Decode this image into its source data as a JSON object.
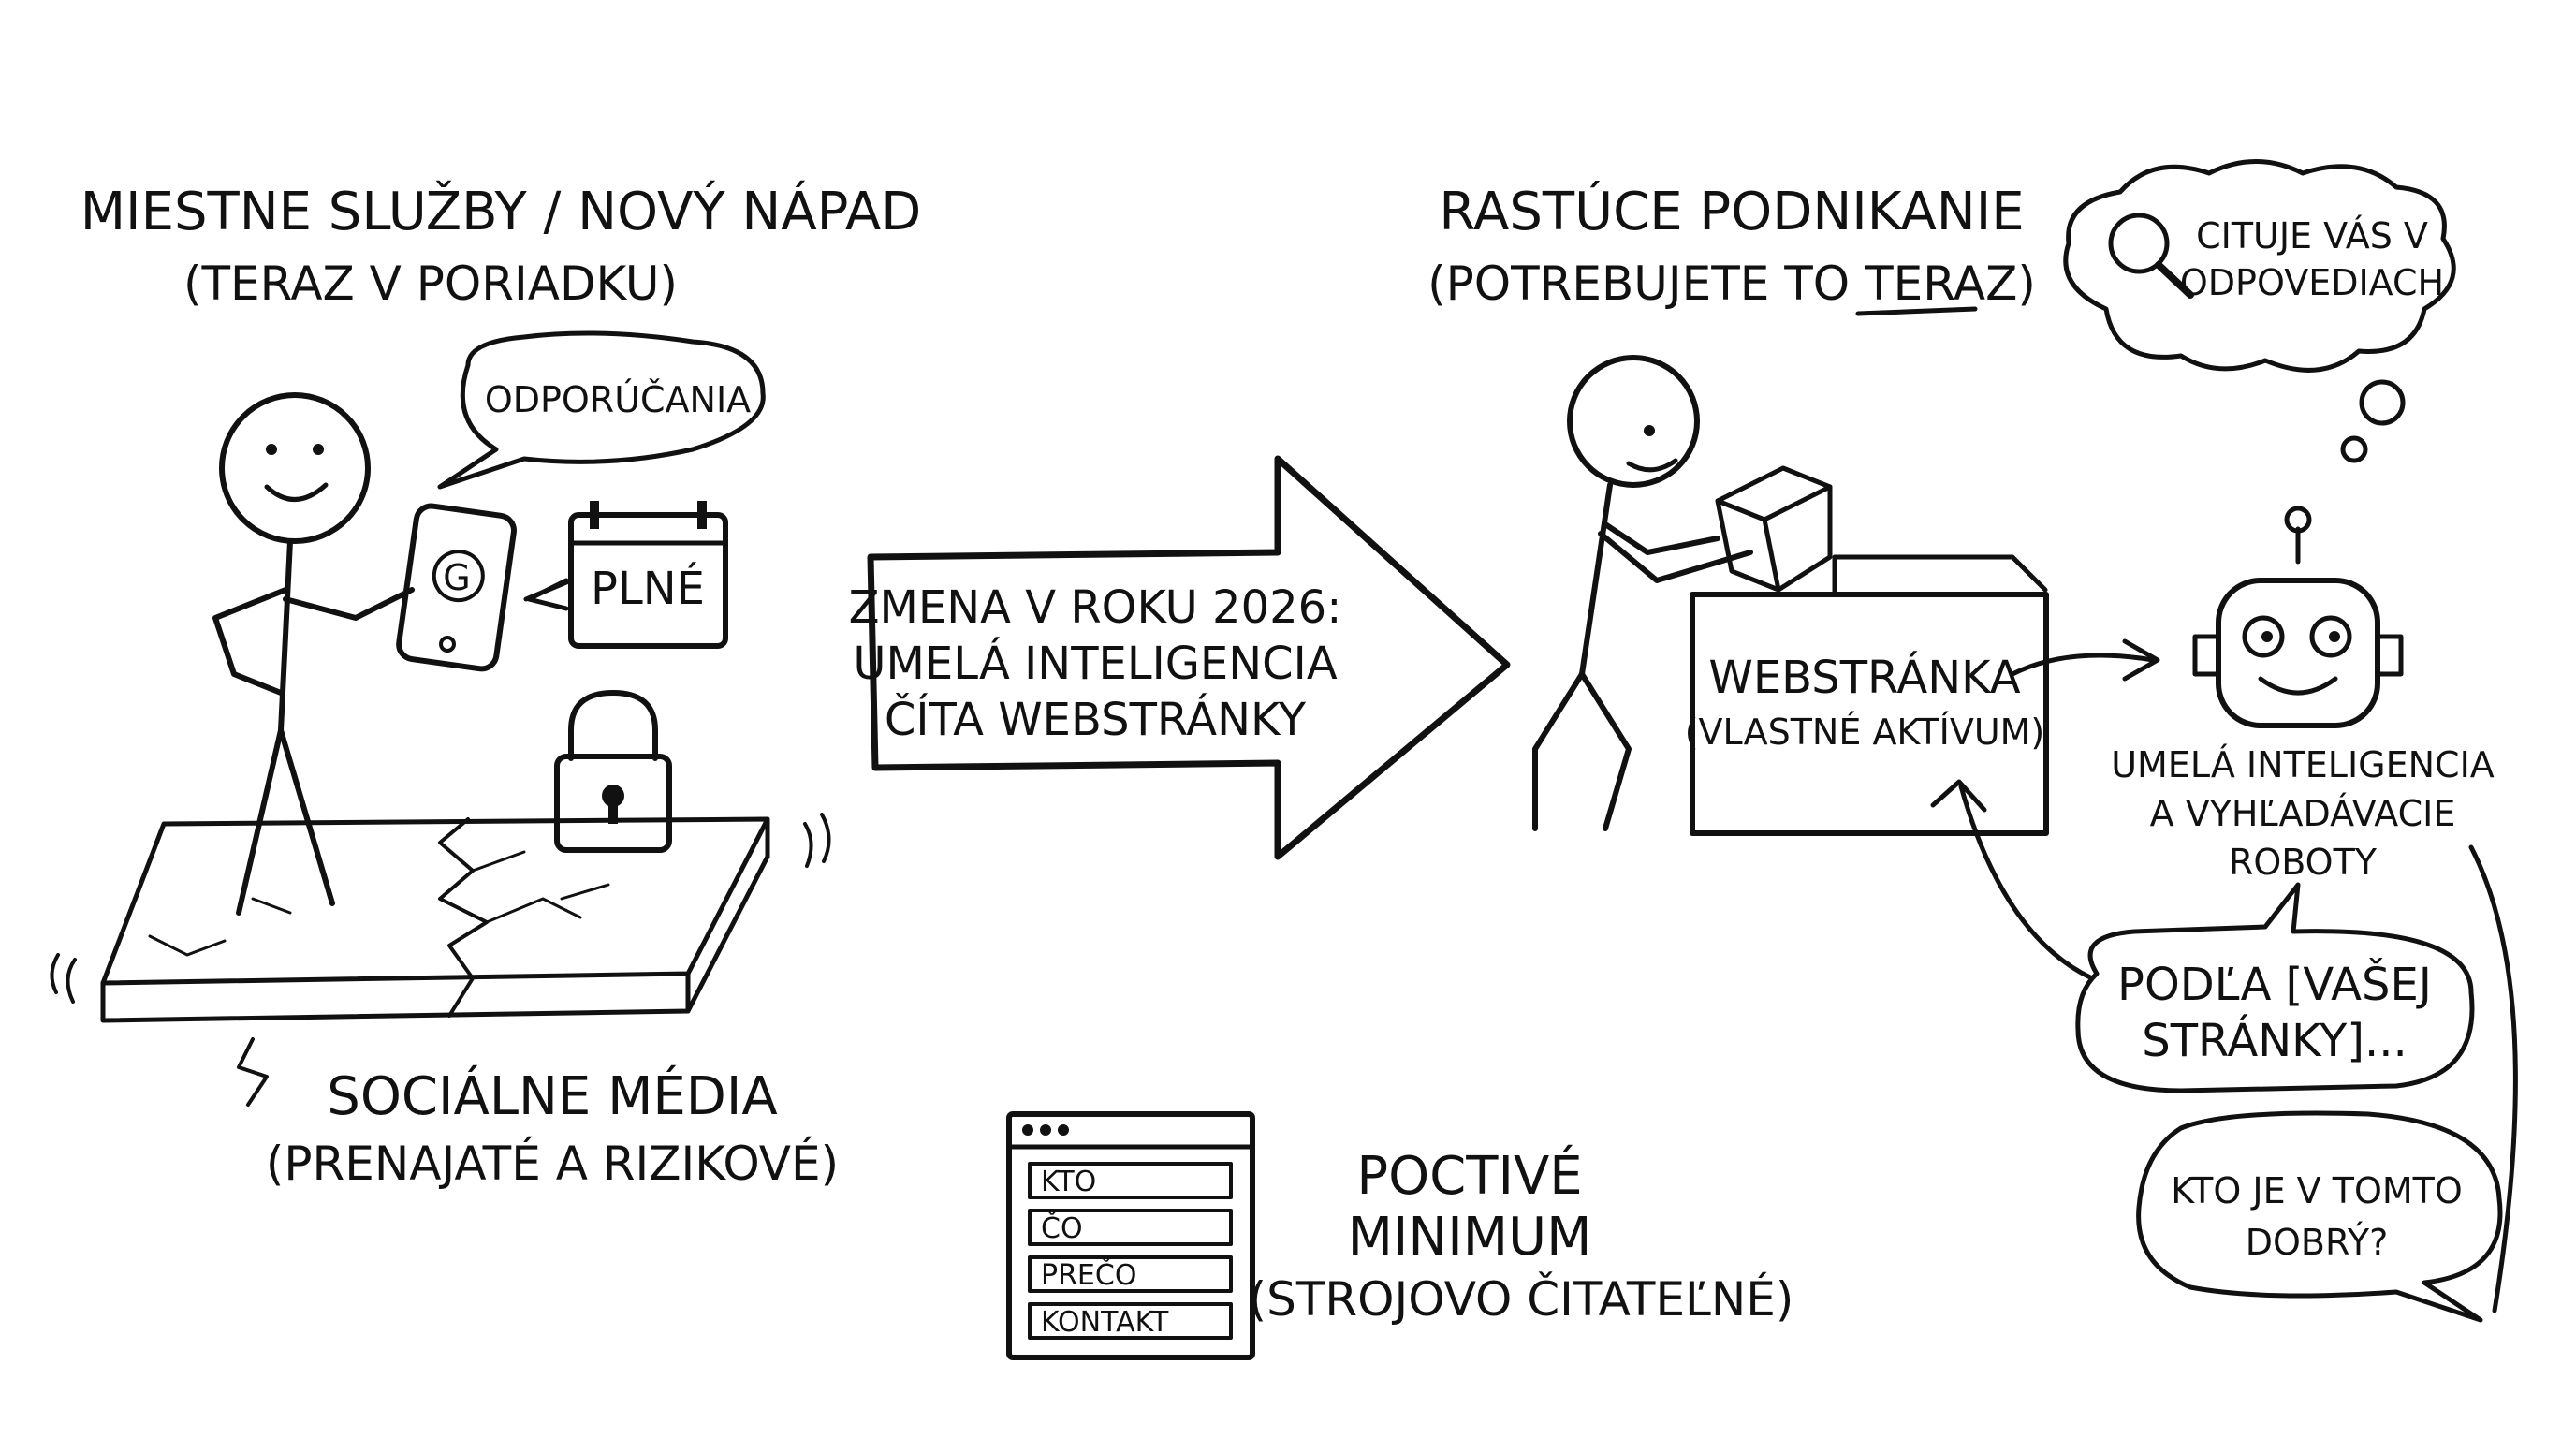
{
  "left_section": {
    "title": "MIESTNE SLUŽBY / NOVÝ NÁPAD",
    "subtitle": "(TERAZ V PORIADKU)",
    "bubble_referrals": "ODPORÚČANIA",
    "phone_letter": "G",
    "calendar_label": "PLNÉ",
    "platform_label": "SOCIÁLNE MÉDIA",
    "platform_sub": "(PRENAJATÉ A RIZIKOVÉ)"
  },
  "center_arrow": {
    "line1": "ZMENA V ROKU 2026:",
    "line2": "UMELÁ INTELIGENCIA",
    "line3": "ČÍTA WEBSTRÁNKY"
  },
  "minimum_section": {
    "window_rows": [
      "KTO",
      "ČO",
      "PREČO",
      "KONTAKT"
    ],
    "title_line1": "POCTIVÉ",
    "title_line2": "MINIMUM",
    "subtitle": "(STROJOVO ČITATEĽNÉ)"
  },
  "right_section": {
    "title": "RASTÚCE PODNIKANIE",
    "subtitle_prefix": "(POTREBUJETE TO ",
    "subtitle_emph": "TERAZ",
    "subtitle_suffix": ")",
    "box_label": "WEBSTRÁNKA",
    "box_sub": "(VLASTNÉ AKTÍVUM)",
    "thought_line1": "CITUJE VÁS V",
    "thought_line2": "ODPOVEDIACH",
    "robot_line1": "UMELÁ INTELIGENCIA",
    "robot_line2": "A VYHĽADÁVACIE",
    "robot_line3": "ROBOTY",
    "bubble_cite_line1": "PODĽA [VAŠEJ",
    "bubble_cite_line2": "STRÁNKY]...",
    "bubble_question_line1": "KTO JE V TOMTO",
    "bubble_question_line2": "DOBRÝ?"
  }
}
